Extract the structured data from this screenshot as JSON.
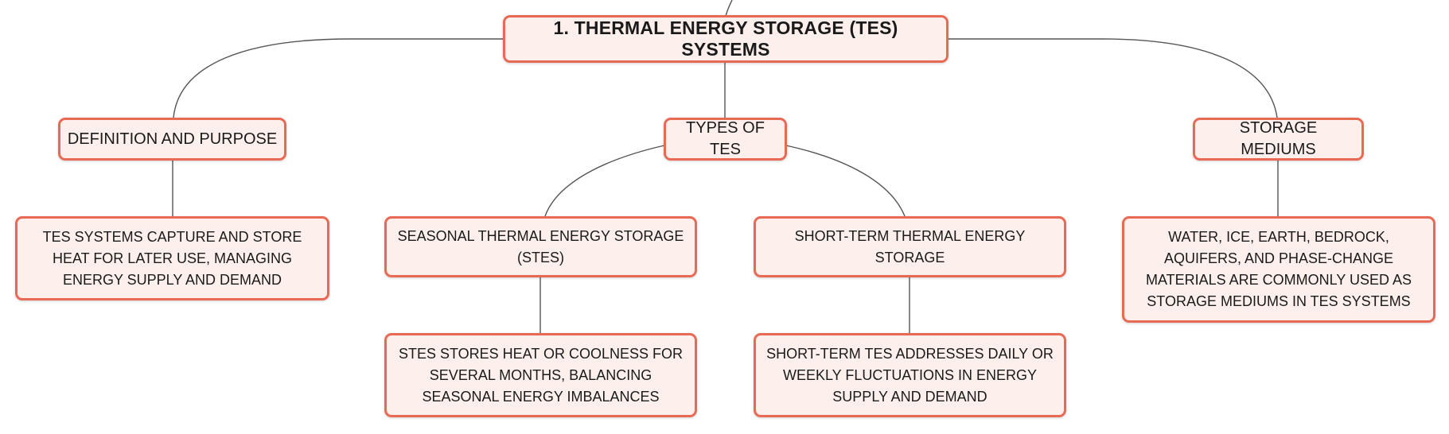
{
  "colors": {
    "node_border": "#e86a55",
    "node_fill": "#fdf0ec",
    "connector": "#555555",
    "text": "#1a1a1a"
  },
  "root": {
    "label": "1. THERMAL ENERGY STORAGE (TES) SYSTEMS"
  },
  "branches": {
    "definition": {
      "label": "DEFINITION AND PURPOSE",
      "detail": "TES SYSTEMS CAPTURE AND STORE HEAT FOR LATER USE, MANAGING ENERGY SUPPLY AND DEMAND"
    },
    "types": {
      "label": "TYPES OF TES",
      "seasonal": {
        "label": "SEASONAL THERMAL ENERGY STORAGE (STES)",
        "detail": "STES STORES HEAT OR COOLNESS FOR SEVERAL MONTHS, BALANCING SEASONAL ENERGY IMBALANCES"
      },
      "short_term": {
        "label": "SHORT-TERM THERMAL ENERGY STORAGE",
        "detail": "SHORT-TERM TES ADDRESSES DAILY OR WEEKLY FLUCTUATIONS IN ENERGY SUPPLY AND DEMAND"
      }
    },
    "mediums": {
      "label": "STORAGE MEDIUMS",
      "detail": "WATER, ICE, EARTH, BEDROCK, AQUIFERS, AND PHASE-CHANGE MATERIALS ARE COMMONLY USED AS STORAGE MEDIUMS IN TES SYSTEMS"
    }
  }
}
